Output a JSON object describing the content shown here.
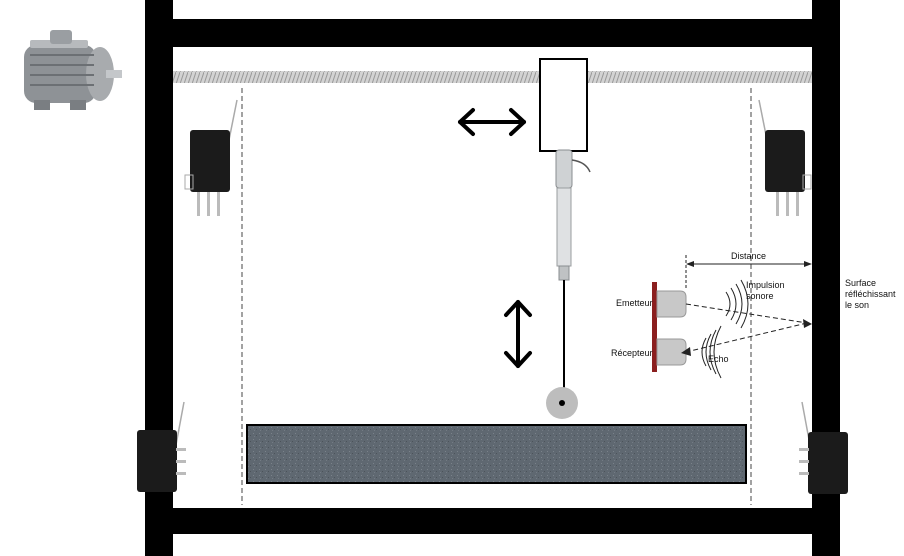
{
  "labels": {
    "distance": "Distance",
    "surface": "Surface réfléchissant le son",
    "impulsion": "Impulsion sonore",
    "emetteur": "Emetteur",
    "recepteur": "Récepteur",
    "echo": "Echo"
  },
  "icons": [
    "electric-motor-icon",
    "threaded-rod-icon",
    "carriage-icon",
    "horizontal-double-arrow-icon",
    "linear-actuator-icon",
    "vertical-double-arrow-icon",
    "micro-switch-icon",
    "ultrasonic-sensor-icon",
    "target-plate-icon"
  ],
  "colors": {
    "frame": "#000000",
    "plate": "#5f6871",
    "sensor_plate": "#8b1f1f",
    "pendulum": "#bdbdbd"
  }
}
